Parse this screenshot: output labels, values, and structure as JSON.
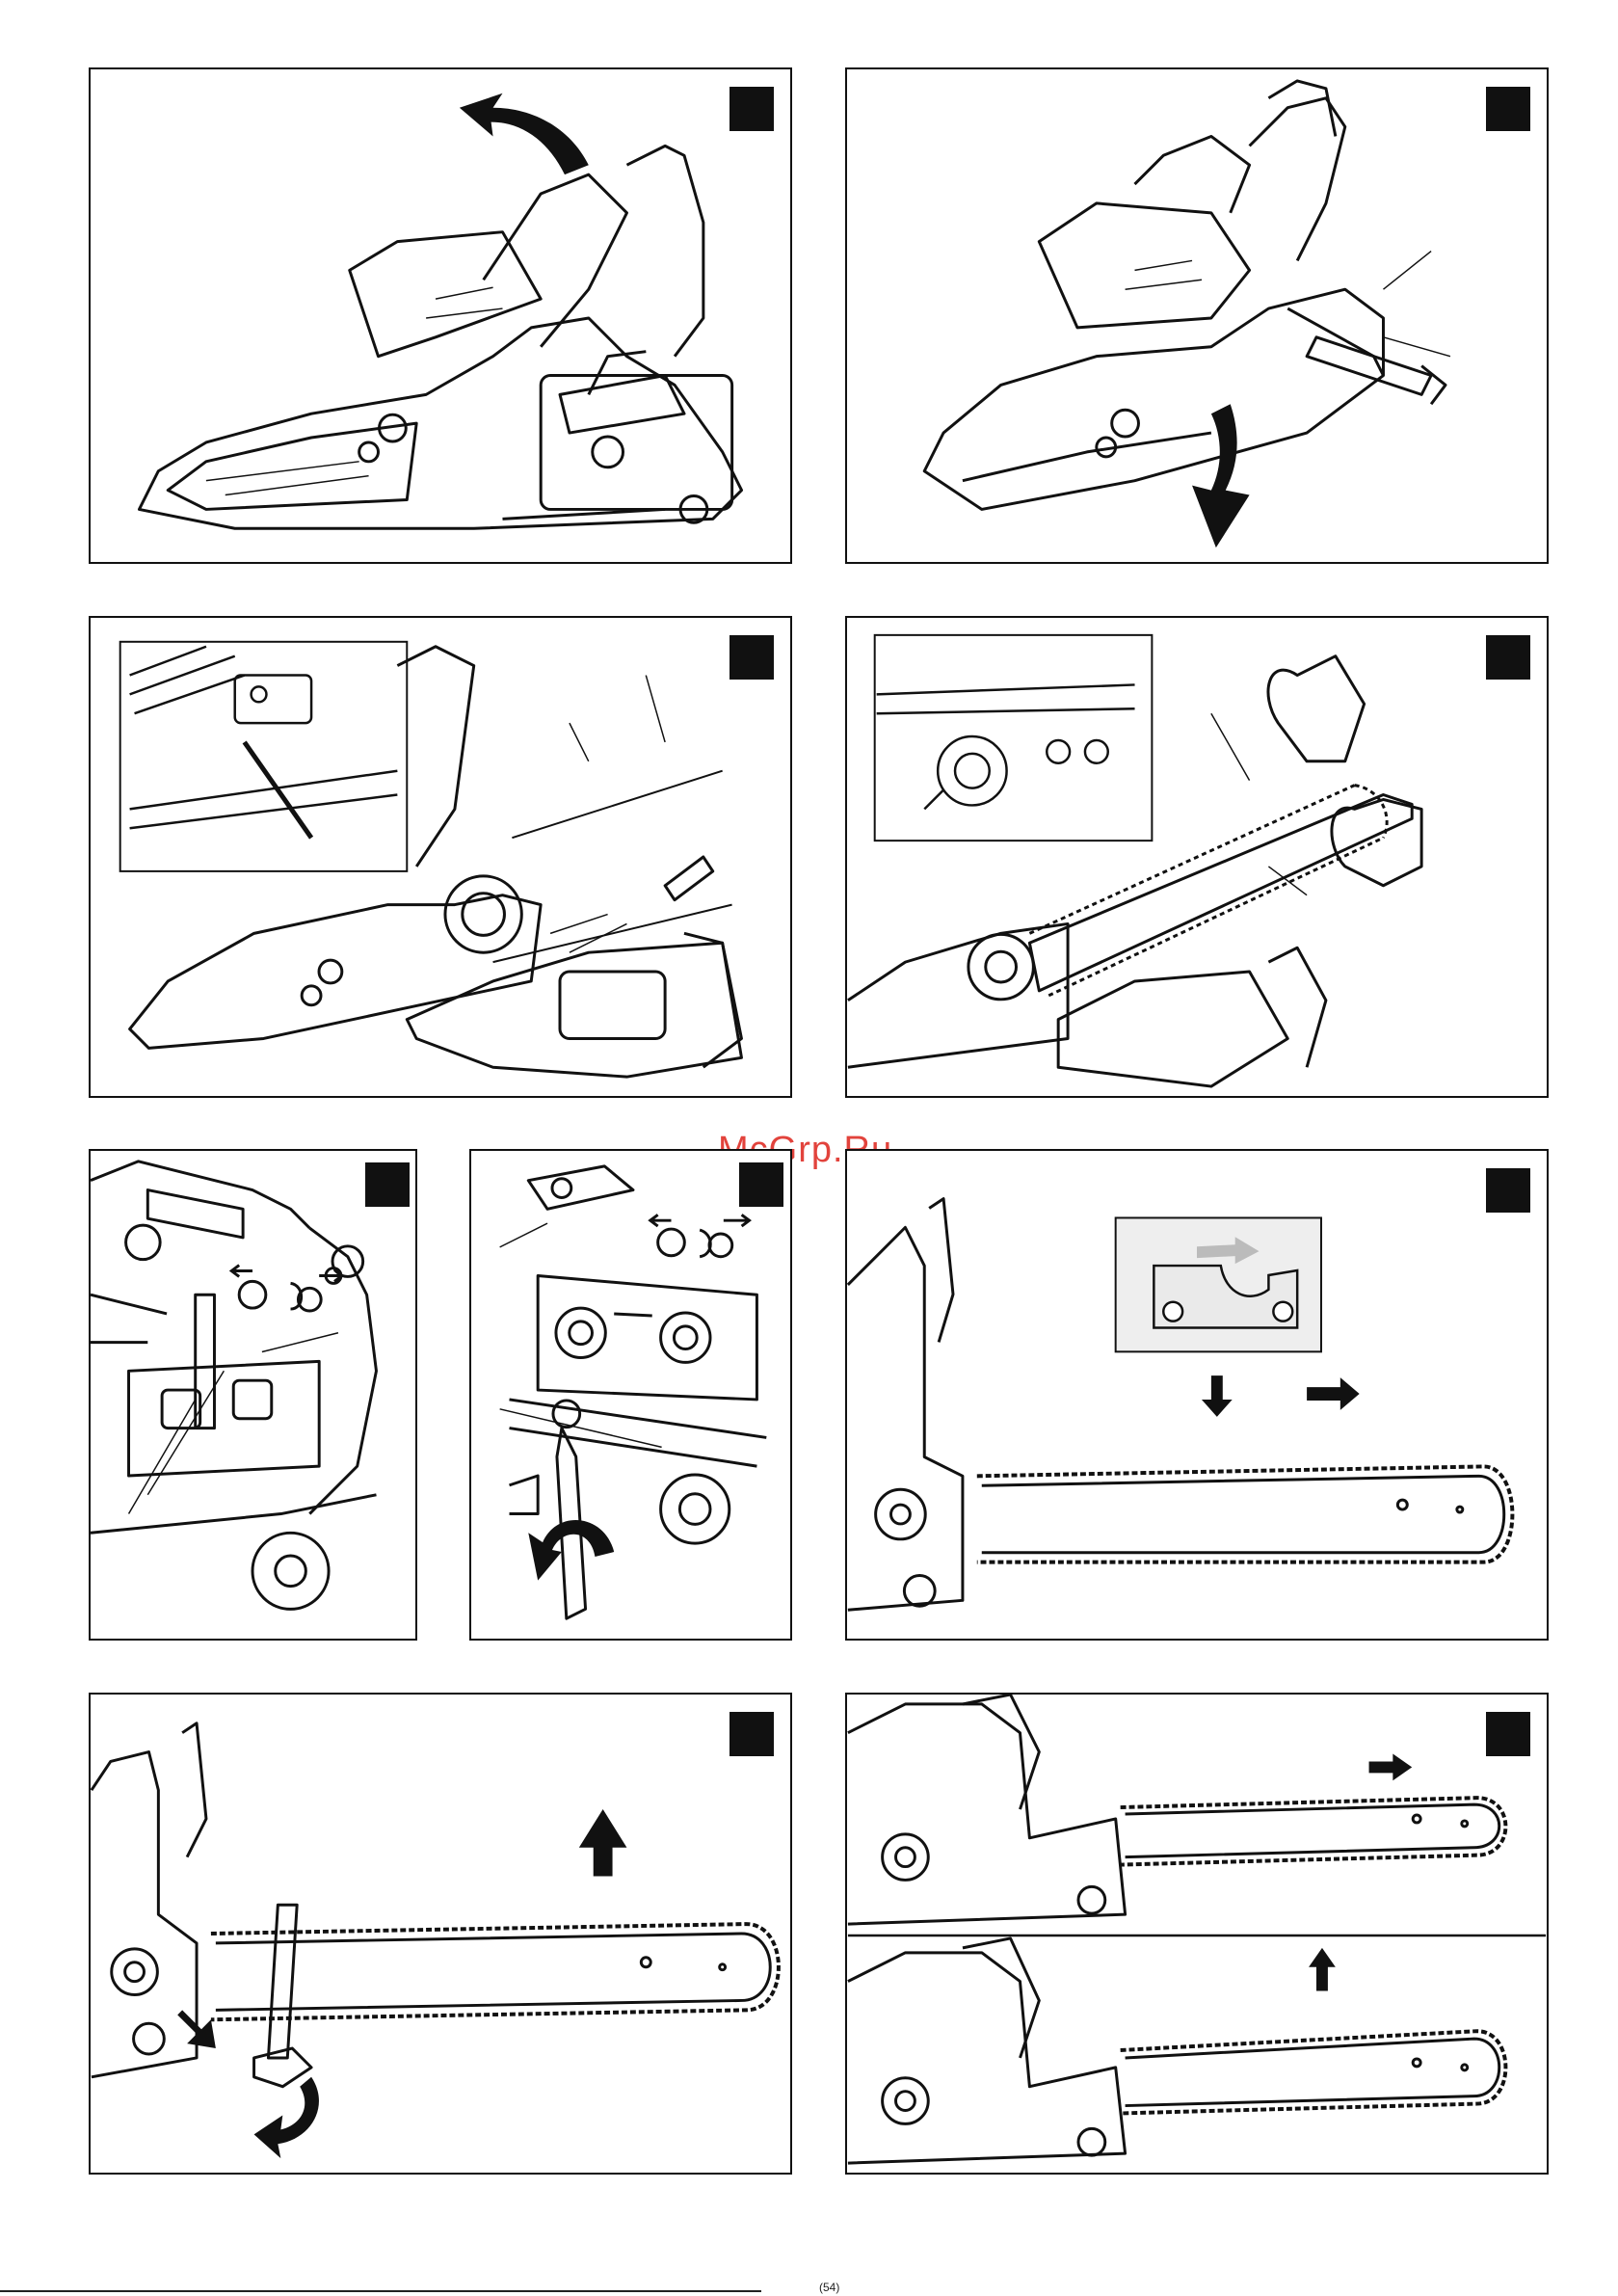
{
  "watermark": {
    "text": "McGrp.Ru"
  },
  "footer": {
    "text": "(54)"
  },
  "panels": [
    {
      "id": "p1",
      "content": "remove-front-handle-guard"
    },
    {
      "id": "p2",
      "content": "loosen-chain-brake-tool"
    },
    {
      "id": "p3",
      "content": "remove-sprocket-cover-and-bar"
    },
    {
      "id": "p4",
      "content": "fit-chain-on-bar"
    },
    {
      "id": "p5",
      "content": "tensioner-direction-detail"
    },
    {
      "id": "p6",
      "content": "adjust-tension-screw"
    },
    {
      "id": "p7",
      "content": "chain-cutter-direction"
    },
    {
      "id": "p8",
      "content": "lift-bar-tighten-nut"
    },
    {
      "id": "p9",
      "content": "check-chain-tension"
    }
  ],
  "colors": {
    "line": "#111111",
    "badge": "#111111",
    "watermark": "#e0342c"
  }
}
